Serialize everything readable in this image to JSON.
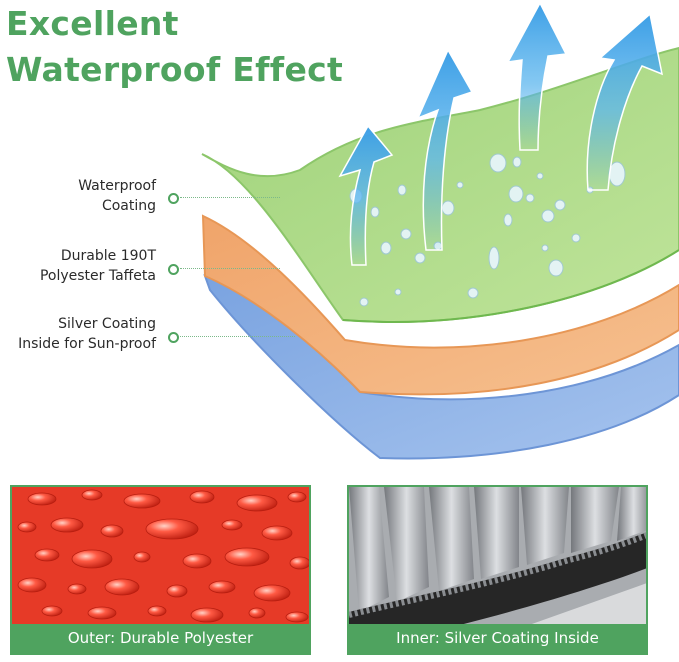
{
  "headline": {
    "line1": "Excellent",
    "line2": "Waterproof Effect"
  },
  "layers": [
    {
      "line1": "Waterproof",
      "line2": "Coating"
    },
    {
      "line1": "Durable 190T",
      "line2": "Polyester Taffeta"
    },
    {
      "line1": "Silver Coating",
      "line2": "Inside for Sun-proof"
    }
  ],
  "photos": {
    "outer_caption": "Outer: Durable Polyester",
    "inner_caption": "Inner: Silver Coating Inside"
  },
  "colors": {
    "accent": "#4fa35f",
    "green_layer": "#a7d880",
    "orange_layer": "#f2b27a",
    "blue_layer": "#8fb2e6",
    "arrow": "#4aa8e8",
    "red_fabric": "#e63a27",
    "silver_fabric": "#a9acb0"
  }
}
